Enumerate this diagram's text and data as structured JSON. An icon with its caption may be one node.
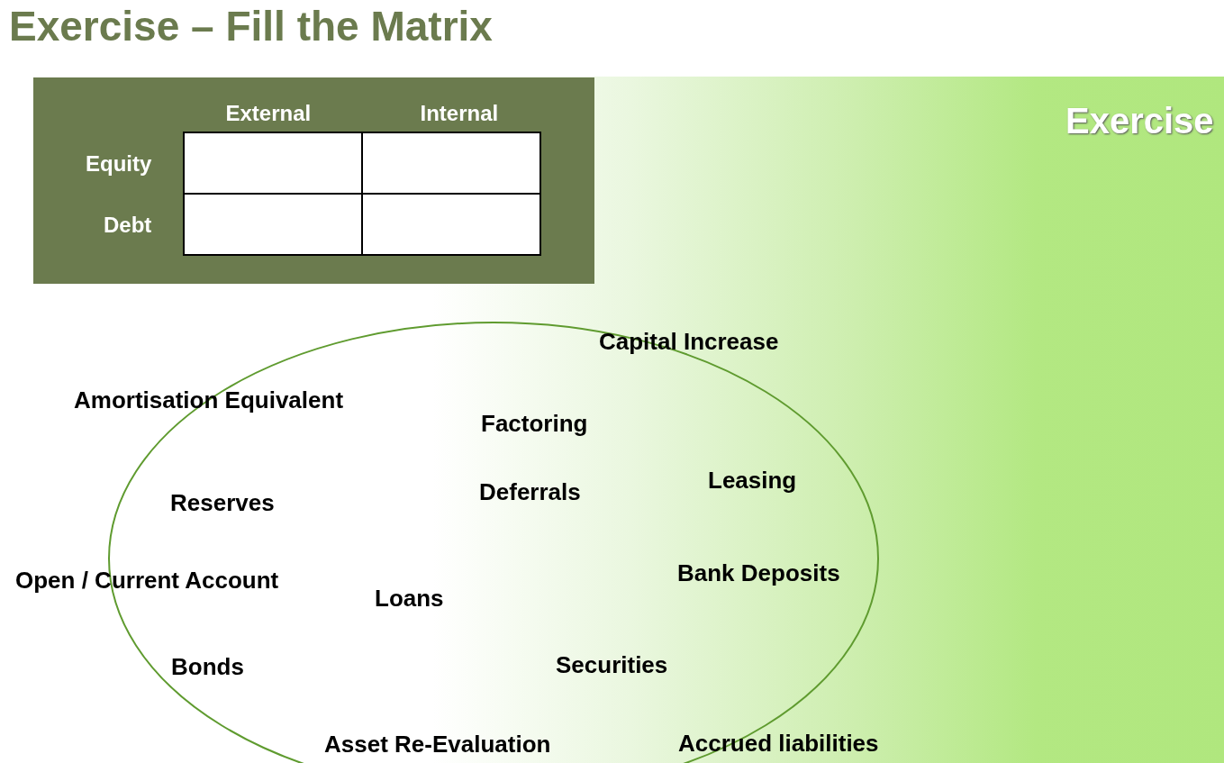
{
  "diagram": {
    "title": "Exercise – Fill the Matrix",
    "labels": [
      "Exercise",
      "External",
      "Internal",
      "Equity",
      "Debt",
      "Capital Increase",
      "Amortisation Equivalent",
      "Factoring",
      "Leasing",
      "Deferrals",
      "Reserves",
      "Bank Deposits",
      "Open / Current Account",
      "Loans",
      "Securities",
      "Bonds",
      "Accrued liabilities",
      "Asset Re-Evaluation"
    ]
  }
}
